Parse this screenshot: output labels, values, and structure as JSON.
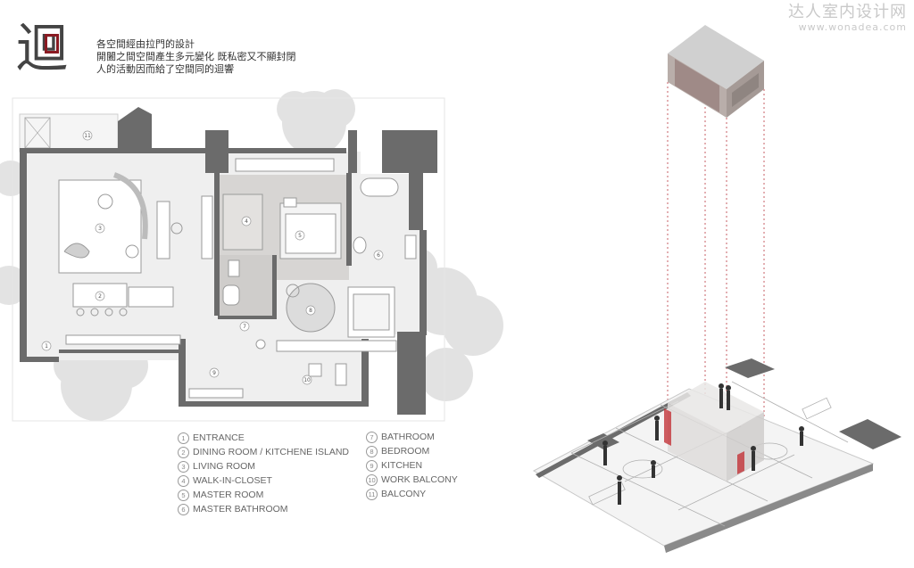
{
  "title": {
    "character": "迴"
  },
  "concept_text": [
    "各空間經由拉門的設計",
    "開闔之間空間產生多元變化 既私密又不顯封閉",
    "人的活動因而給了空間同的迴響"
  ],
  "watermark": {
    "name": "达人室内设计网",
    "url": "www.wonadea.com"
  },
  "room_numbers": [
    "1",
    "2",
    "3",
    "4",
    "5",
    "6",
    "7",
    "8",
    "9",
    "10",
    "11"
  ],
  "legend_left": [
    {
      "num": "1",
      "label": "ENTRANCE"
    },
    {
      "num": "2",
      "label": "DINING ROOM / KITCHENE ISLAND"
    },
    {
      "num": "3",
      "label": "LIVING ROOM"
    },
    {
      "num": "4",
      "label": "WALK-IN-CLOSET"
    },
    {
      "num": "5",
      "label": "MASTER ROOM"
    },
    {
      "num": "6",
      "label": "MASTER BATHROOM"
    }
  ],
  "legend_right": [
    {
      "num": "7",
      "label": "BATHROOM"
    },
    {
      "num": "8",
      "label": "BEDROOM"
    },
    {
      "num": "9",
      "label": "KITCHEN"
    },
    {
      "num": "10",
      "label": "WORK BALCONY"
    },
    {
      "num": "11",
      "label": "BALCONY"
    }
  ],
  "colors": {
    "wall": "#6b6b6b",
    "floor": "#efefef",
    "core_shade": "#d6d4d2",
    "accent_red": "#c0282e",
    "trees": "#d9d9d9"
  }
}
